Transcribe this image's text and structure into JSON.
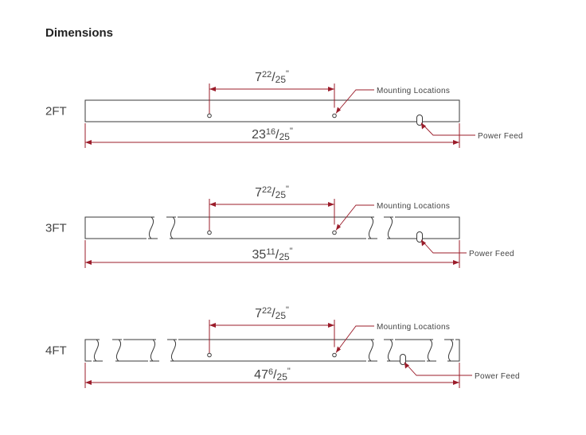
{
  "title": "Dimensions",
  "rows": [
    {
      "size": "2FT",
      "mount_spacing": {
        "whole": "7",
        "num": "22",
        "den": "25",
        "unit": "\""
      },
      "overall_length": {
        "whole": "23",
        "num": "16",
        "den": "25",
        "unit": "\""
      },
      "mount_label": "Mounting Locations",
      "feed_label": "Power Feed"
    },
    {
      "size": "3FT",
      "mount_spacing": {
        "whole": "7",
        "num": "22",
        "den": "25",
        "unit": "\""
      },
      "overall_length": {
        "whole": "35",
        "num": "11",
        "den": "25",
        "unit": "\""
      },
      "mount_label": "Mounting Locations",
      "feed_label": "Power Feed"
    },
    {
      "size": "4FT",
      "mount_spacing": {
        "whole": "7",
        "num": "22",
        "den": "25",
        "unit": "\""
      },
      "overall_length": {
        "whole": "47",
        "num": "6",
        "den": "25",
        "unit": "\""
      },
      "mount_label": "Mounting Locations",
      "feed_label": "Power Feed"
    }
  ],
  "colors": {
    "dimension": "#9b1c2a",
    "outline": "#3a3a3a",
    "text": "#444444"
  }
}
